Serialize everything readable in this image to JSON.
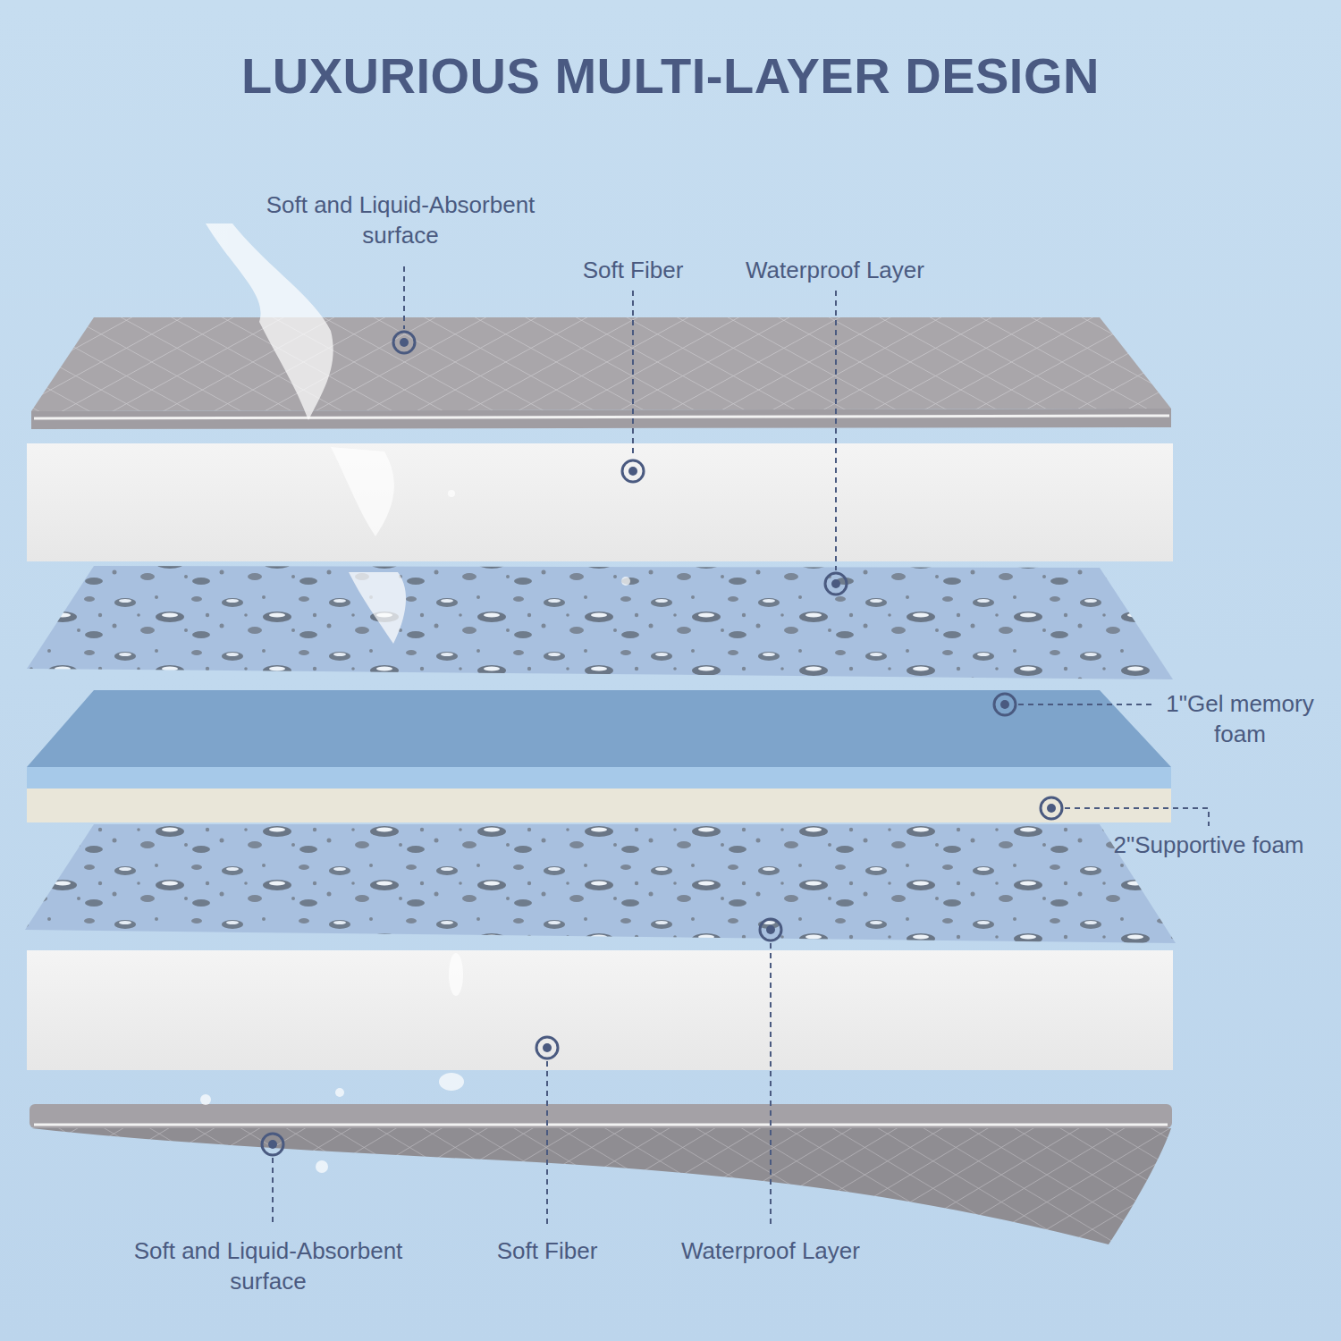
{
  "diagram": {
    "title": "LUXURIOUS MULTI-LAYER DESIGN",
    "labels": [
      "Soft and Liquid-Absorbent surface",
      "Soft Fiber",
      "Waterproof Layer",
      "1\"Gel memory foam",
      "2\"Supportive foam",
      "Soft and Liquid-Absorbent surface",
      "Soft Fiber",
      "Waterproof Layer"
    ]
  }
}
